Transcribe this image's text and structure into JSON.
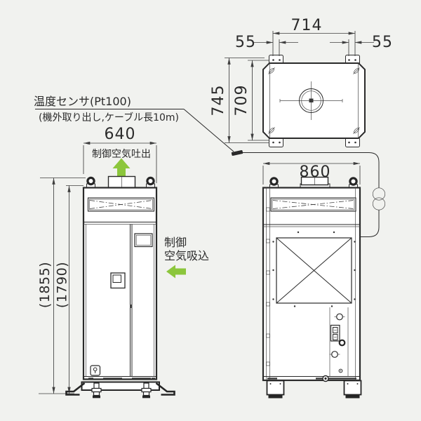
{
  "labels": {
    "temp_sensor_line1": "温度センサ(Pt100)",
    "temp_sensor_line2": "(機外取り出し,ケーブル長10m)",
    "air_outlet": "制御空気吐出",
    "air_inlet_line1": "制御",
    "air_inlet_line2": "空気吸込"
  },
  "dims": {
    "mount_span": "714",
    "mount_offset_left": "55",
    "mount_offset_right": "55",
    "depth_overall": "745",
    "depth_mount": "709",
    "front_width": "640",
    "height_overall": "(1855)",
    "height_body": "(1790)",
    "side_width": "860"
  },
  "colors": {
    "background": "#f1f2ef",
    "line": "#2a2a2a",
    "dimension": "#3f3f3f",
    "arrow_green": "#8cc63c",
    "panel_fill": "#ffffff"
  }
}
